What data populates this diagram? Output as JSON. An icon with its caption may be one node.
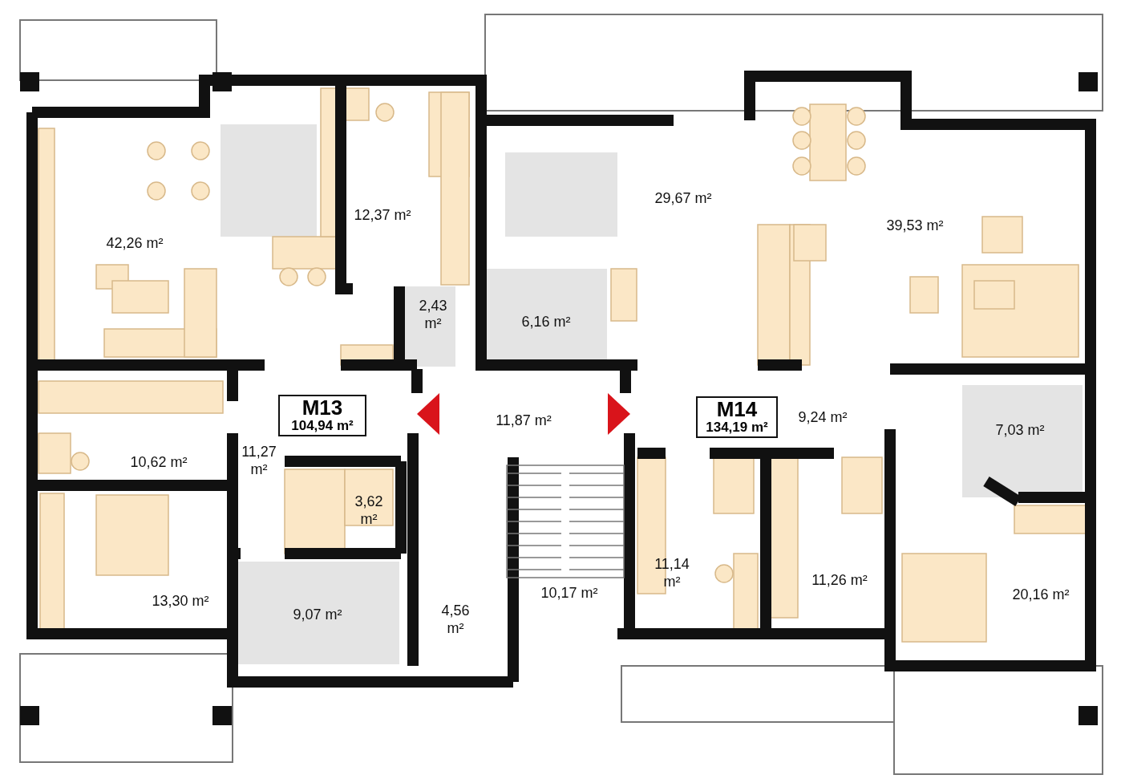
{
  "diagram": {
    "nodes": [
      {
        "text": [
          "M13",
          "104,94 m²"
        ]
      },
      {
        "text": [
          "M14",
          "134,19 m²"
        ]
      }
    ],
    "labels": [
      "42,26 m²",
      "12,37 m²",
      "29,67 m²",
      "39,53 m²",
      "2,43 m²",
      "6,16 m²",
      "11,87 m²",
      "9,24 m²",
      "7,03 m²",
      "10,62 m²",
      "11,27 m²",
      "3,62 m²",
      "11,14 m²",
      "11,26 m²",
      "20,16 m²",
      "13,30 m²",
      "9,07 m²",
      "4,56 m²",
      "10,17 m²"
    ]
  }
}
